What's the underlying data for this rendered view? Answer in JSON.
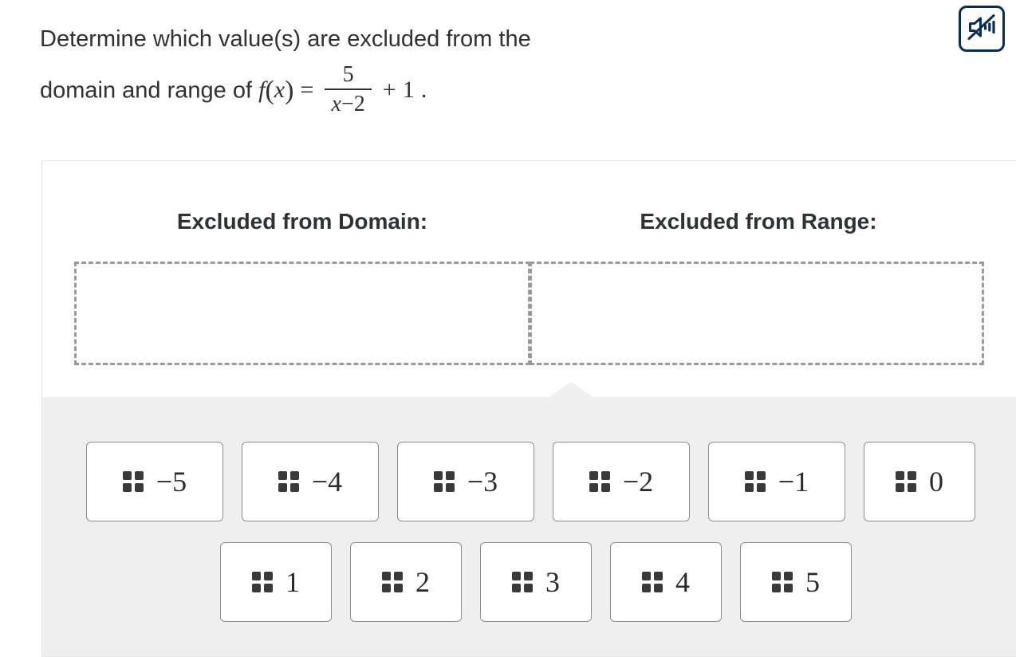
{
  "prompt": {
    "line1": "Determine which value(s) are excluded from the",
    "line2_prefix": "domain and range of",
    "function_name": "f",
    "function_arg": "x",
    "equals": "=",
    "fraction_numerator": "5",
    "fraction_denominator_var": "x",
    "fraction_denominator_op": "−",
    "fraction_denominator_num": "2",
    "plus": "+",
    "constant": "1",
    "period": ".",
    "full_text": "Determine which value(s) are excluded from the domain and range of f(x) = 5/(x − 2) + 1 ."
  },
  "audio_button": {
    "icon": "speaker-muted-icon",
    "label": "Read question aloud",
    "border_color": "#0c2d52"
  },
  "answer_area": {
    "headers": [
      {
        "id": "domain",
        "label": "Excluded from Domain:"
      },
      {
        "id": "range",
        "label": "Excluded from Range:"
      }
    ],
    "drop_zones": [
      {
        "id": "domain",
        "contents": [],
        "placeholder": ""
      },
      {
        "id": "range",
        "contents": [],
        "placeholder": ""
      }
    ],
    "tray_background": "#efefef"
  },
  "tiles": {
    "row1": [
      {
        "value": "−5",
        "handle": "drag-handle-icon"
      },
      {
        "value": "−4",
        "handle": "drag-handle-icon"
      },
      {
        "value": "−3",
        "handle": "drag-handle-icon"
      },
      {
        "value": "−2",
        "handle": "drag-handle-icon"
      },
      {
        "value": "−1",
        "handle": "drag-handle-icon"
      },
      {
        "value": "0",
        "handle": "drag-handle-icon"
      }
    ],
    "row2": [
      {
        "value": "1",
        "handle": "drag-handle-icon"
      },
      {
        "value": "2",
        "handle": "drag-handle-icon"
      },
      {
        "value": "3",
        "handle": "drag-handle-icon"
      },
      {
        "value": "4",
        "handle": "drag-handle-icon"
      },
      {
        "value": "5",
        "handle": "drag-handle-icon"
      }
    ]
  },
  "colors": {
    "text": "#2f3133",
    "tray": "#efefef",
    "dashed_border": "#9a9a9a",
    "tile_border": "#8e8e8e",
    "handle_dot": "#3a3a3a",
    "audio_navy": "#0c2d52"
  }
}
